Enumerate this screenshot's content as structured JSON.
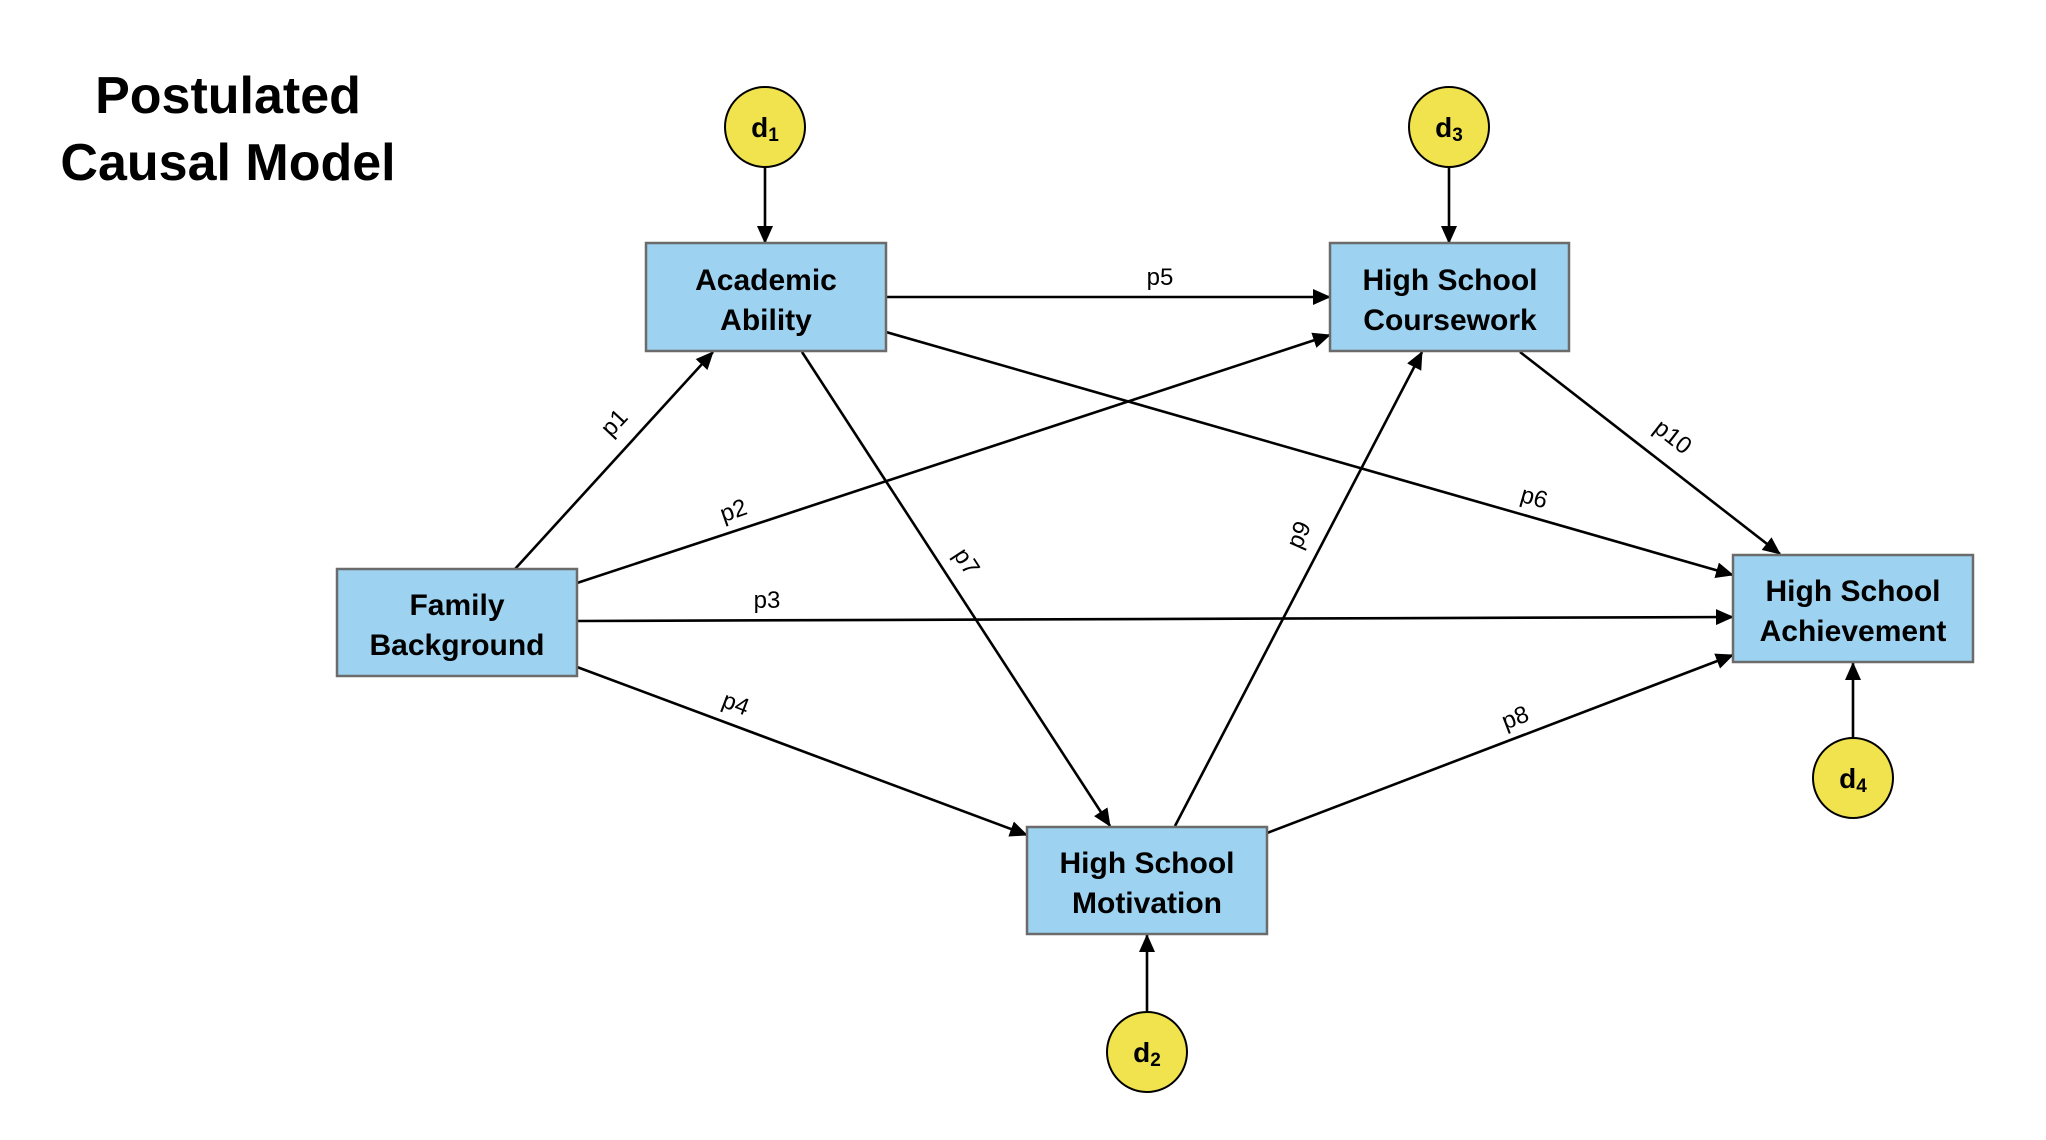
{
  "title": {
    "lines": [
      "Postulated",
      "Causal Model"
    ]
  },
  "colors": {
    "box_fill": "#9DD2F0",
    "box_border": "#6b6b6b",
    "disturbance_fill": "#F0E34E",
    "arrow": "#000000"
  },
  "nodes": [
    {
      "id": "family",
      "lines": [
        "Family",
        "Background"
      ]
    },
    {
      "id": "academic",
      "lines": [
        "Academic",
        "Ability"
      ]
    },
    {
      "id": "coursework",
      "lines": [
        "High School",
        "Coursework"
      ]
    },
    {
      "id": "motivation",
      "lines": [
        "High School",
        "Motivation"
      ]
    },
    {
      "id": "achievement",
      "lines": [
        "High School",
        "Achievement"
      ]
    }
  ],
  "disturbances": [
    {
      "id": "d1",
      "base": "d",
      "sub": "1",
      "target": "academic"
    },
    {
      "id": "d2",
      "base": "d",
      "sub": "2",
      "target": "motivation"
    },
    {
      "id": "d3",
      "base": "d",
      "sub": "3",
      "target": "coursework"
    },
    {
      "id": "d4",
      "base": "d",
      "sub": "4",
      "target": "achievement"
    }
  ],
  "paths": [
    {
      "label": "p1",
      "from": "family",
      "to": "academic"
    },
    {
      "label": "p2",
      "from": "family",
      "to": "coursework"
    },
    {
      "label": "p3",
      "from": "family",
      "to": "achievement"
    },
    {
      "label": "p4",
      "from": "family",
      "to": "motivation"
    },
    {
      "label": "p5",
      "from": "academic",
      "to": "coursework"
    },
    {
      "label": "p6",
      "from": "academic",
      "to": "achievement"
    },
    {
      "label": "p7",
      "from": "academic",
      "to": "motivation"
    },
    {
      "label": "p8",
      "from": "motivation",
      "to": "achievement"
    },
    {
      "label": "p9",
      "from": "motivation",
      "to": "coursework"
    },
    {
      "label": "p10",
      "from": "coursework",
      "to": "achievement"
    }
  ]
}
